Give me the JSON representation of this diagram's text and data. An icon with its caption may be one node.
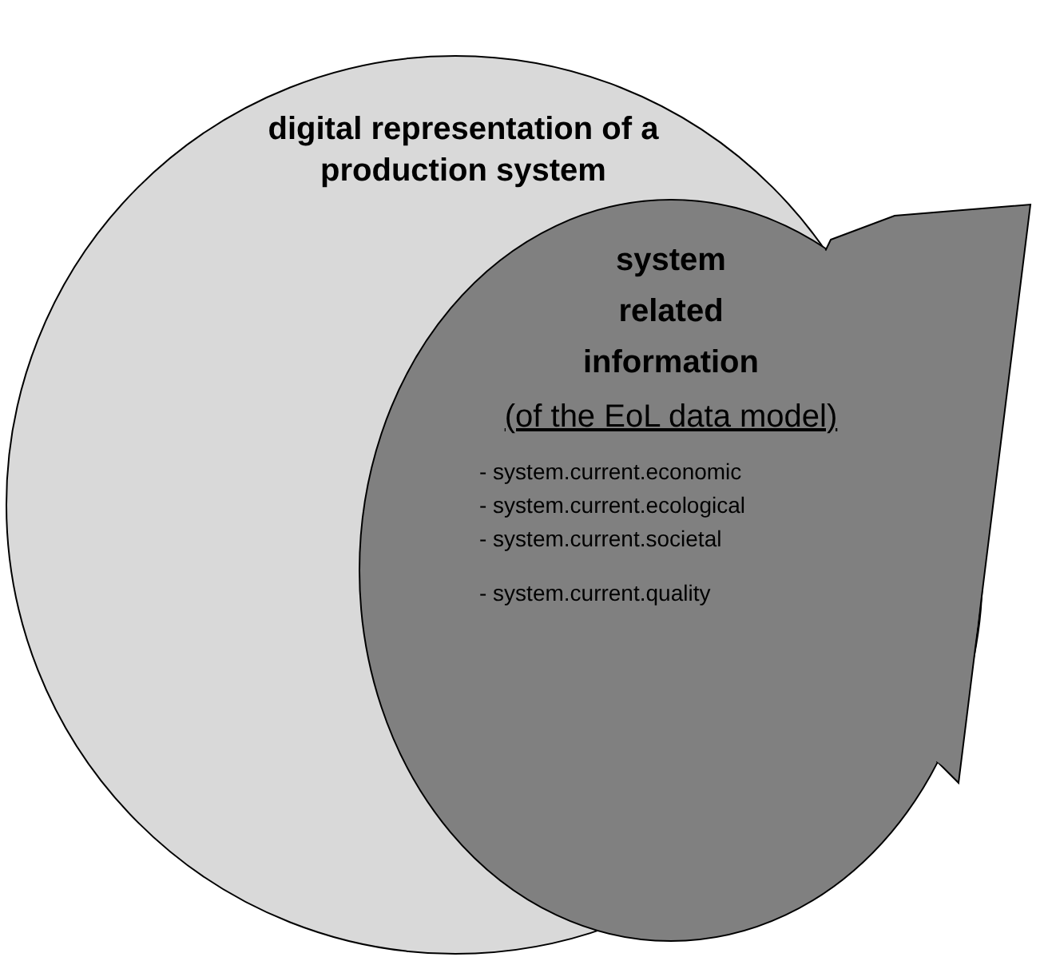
{
  "diagram": {
    "nodes": [
      {
        "text": [
          "digital representation of a production system"
        ]
      },
      {
        "text": [
          "system related information",
          "(of the EoL data model)",
          "- system.current.economic",
          "- system.current.ecological",
          "- system.current.societal",
          "- system.current.quality"
        ]
      }
    ]
  }
}
